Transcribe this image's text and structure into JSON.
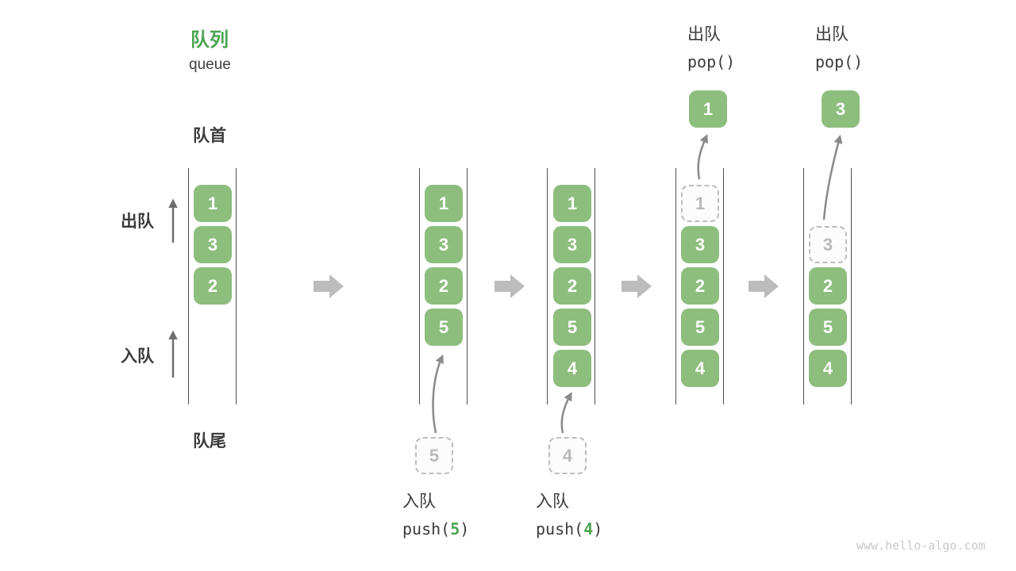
{
  "title": {
    "zh": "队列",
    "en": "queue"
  },
  "front_label": "队首",
  "rear_label": "队尾",
  "side_ops": {
    "dequeue": "出队",
    "enqueue": "入队"
  },
  "queues": [
    {
      "name": "state-initial",
      "cells": [
        {
          "v": "1"
        },
        {
          "v": "3"
        },
        {
          "v": "2"
        }
      ]
    },
    {
      "name": "state-after-push5",
      "cells": [
        {
          "v": "1"
        },
        {
          "v": "3"
        },
        {
          "v": "2"
        },
        {
          "v": "5"
        }
      ],
      "incoming": {
        "v": "5",
        "label": "入队",
        "code_pre": "push(",
        "arg": "5",
        "code_post": ")"
      }
    },
    {
      "name": "state-after-push4",
      "cells": [
        {
          "v": "1"
        },
        {
          "v": "3"
        },
        {
          "v": "2"
        },
        {
          "v": "5"
        },
        {
          "v": "4"
        }
      ],
      "incoming": {
        "v": "4",
        "label": "入队",
        "code_pre": "push(",
        "arg": "4",
        "code_post": ")"
      }
    },
    {
      "name": "state-after-pop1",
      "ghost": {
        "v": "1"
      },
      "cells": [
        {
          "v": "3"
        },
        {
          "v": "2"
        },
        {
          "v": "5"
        },
        {
          "v": "4"
        }
      ],
      "popped": {
        "v": "1",
        "label": "出队",
        "code": "pop()"
      }
    },
    {
      "name": "state-after-pop3",
      "ghost": {
        "v": "3"
      },
      "cells": [
        {
          "v": "2"
        },
        {
          "v": "5"
        },
        {
          "v": "4"
        }
      ],
      "popped": {
        "v": "3",
        "label": "出队",
        "code": "pop()"
      }
    }
  ],
  "watermark": "www.hello-algo.com",
  "colors": {
    "box_green": "#8dbe7d",
    "title_green": "#4ca453",
    "dark_text": "#3b3b3b",
    "channel_line": "#4f4f4f",
    "block_arrow": "#bcbcbc",
    "curve_arrow": "#8a8a8a",
    "side_arrow": "#6e6e6e",
    "ghost_border": "#bdbdbd",
    "ghost_text": "#b9b9b9",
    "watermark": "#c9c9c9"
  }
}
